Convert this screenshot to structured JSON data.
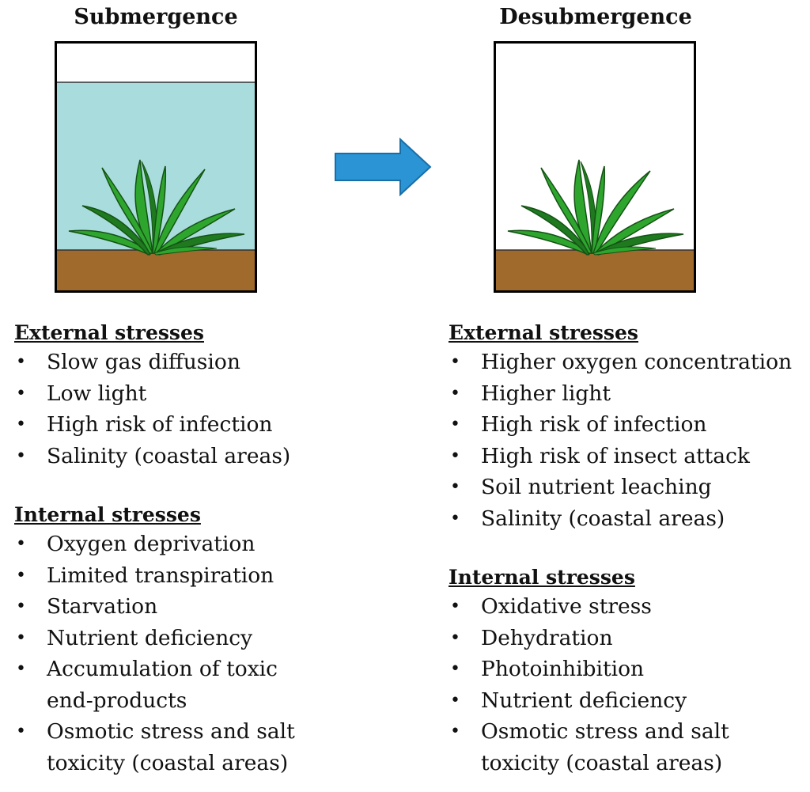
{
  "left_panel": {
    "title": "Submergence",
    "external": {
      "heading": "External stresses",
      "items": [
        "Slow gas diffusion",
        "Low light",
        "High risk of infection",
        "Salinity (coastal areas)"
      ]
    },
    "internal": {
      "heading": "Internal stresses",
      "items": [
        "Oxygen deprivation",
        "Limited transpiration",
        "Starvation",
        "Nutrient deficiency",
        "Accumulation of toxic",
        "end-products",
        "Osmotic stress and salt",
        "toxicity (coastal areas)"
      ]
    }
  },
  "right_panel": {
    "title": "Desubmergence",
    "external": {
      "heading": "External stresses",
      "items": [
        "Higher oxygen concentration",
        "Higher light",
        "High risk of infection",
        "High risk of insect attack",
        "Soil nutrient leaching",
        "Salinity (coastal areas)"
      ]
    },
    "internal": {
      "heading": "Internal stresses",
      "items": [
        "Oxidative stress",
        "Dehydration",
        "Photoinhibition",
        "Nutrient deficiency",
        "Osmotic stress and salt",
        "toxicity (coastal areas)"
      ]
    }
  },
  "colors": {
    "water": "#a9dcdc",
    "soil": "#a06a2c",
    "leaf": "#2ea62e",
    "leaf_dark": "#1f7a1f",
    "arrow": "#2a94d4",
    "arrow_border": "#1a6ea8"
  },
  "icons": {
    "transition": "arrow-right-icon",
    "plant": "plant-icon"
  }
}
